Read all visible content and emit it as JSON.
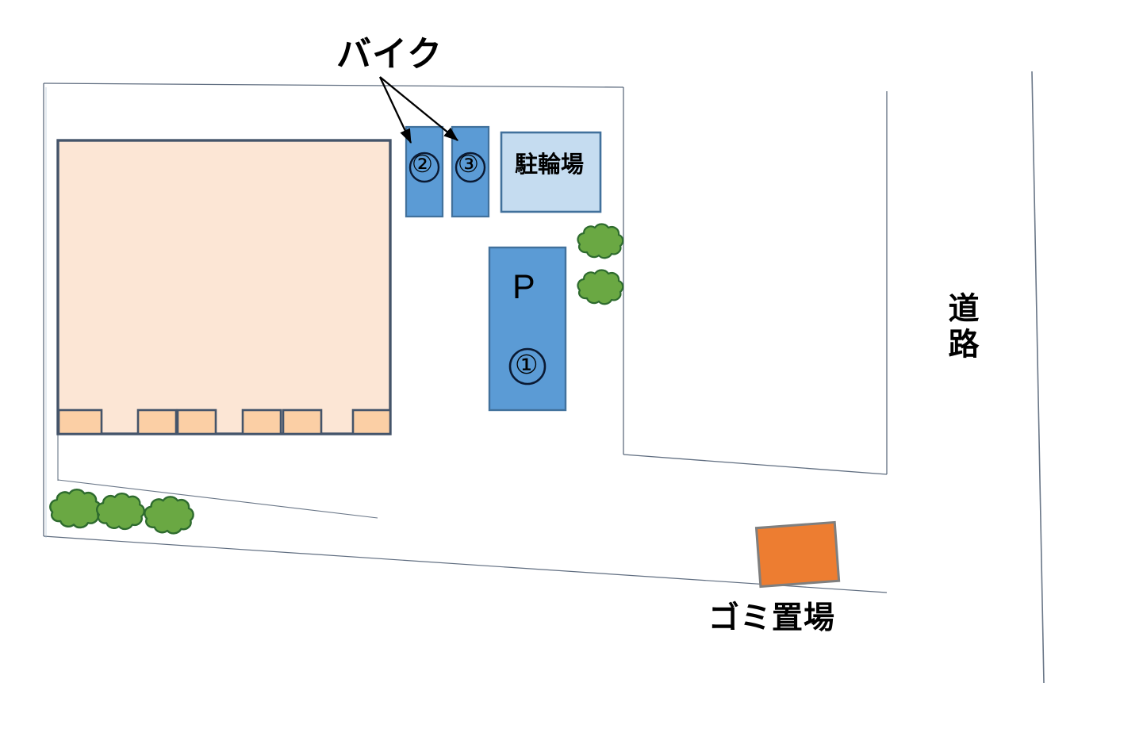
{
  "diagram": {
    "title_text": "",
    "labels": {
      "bike": "バイク",
      "bicycle_parking": "駐輪場",
      "garbage_area": "ゴミ置場",
      "road": "道路",
      "parking_p": "P",
      "parking_1": "①",
      "parking_2": "②",
      "parking_3": "③"
    },
    "colors": {
      "building_fill": "#fce6d5",
      "building_stroke": "#44546a",
      "balcony_fill": "#fbcfa5",
      "parking_fill": "#5b9bd5",
      "parking_stroke": "#41719c",
      "bicycle_parking_fill": "#c5dcf0",
      "bicycle_parking_stroke": "#41719c",
      "garbage_fill": "#ed7d31",
      "garbage_stroke": "#7f7f7f",
      "tree_fill": "#6aa843",
      "tree_stroke": "#2e6b2e",
      "boundary_stroke": "#44546a",
      "road_stroke": "#44546a",
      "arrow_stroke": "#000000",
      "text": "#000000"
    },
    "elements": {
      "site_boundary": "property-outline",
      "building": "apartment-building-footprint",
      "balconies_count": 6,
      "parking_spaces": [
        "①",
        "②",
        "③"
      ],
      "trees_right_count": 2,
      "trees_bottom_count": 3,
      "arrows_count": 2
    }
  }
}
